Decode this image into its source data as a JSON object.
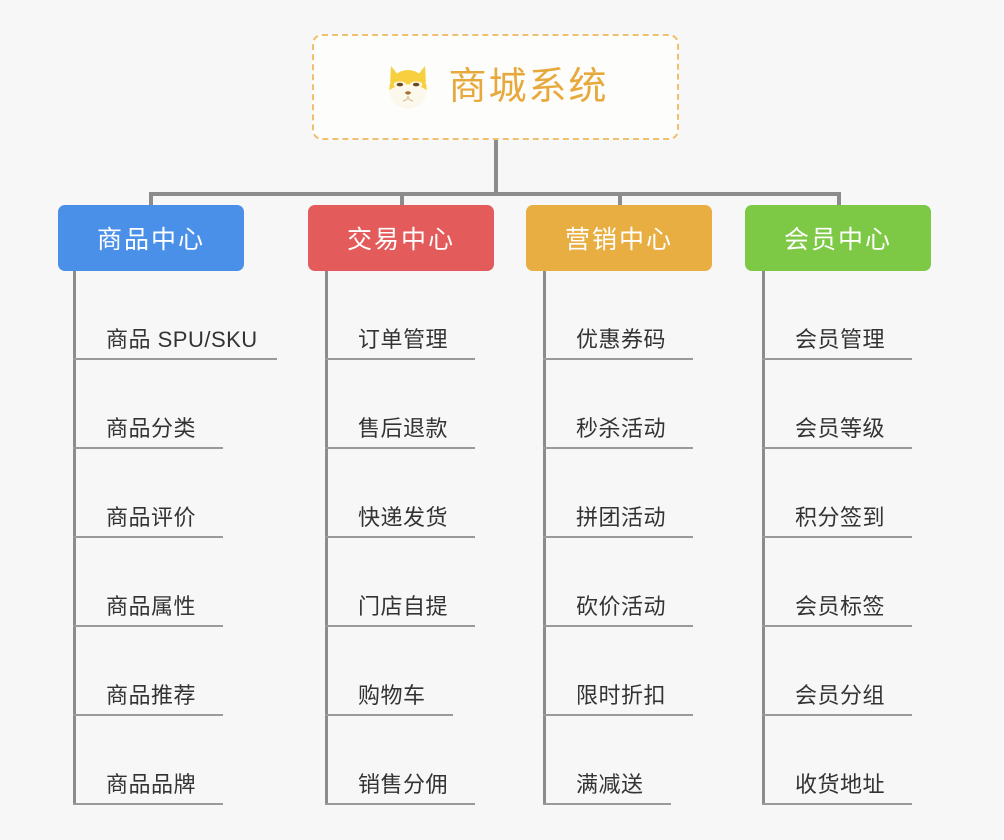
{
  "page": {
    "background_color": "#f7f7f7",
    "connector_color": "#8c8c8c"
  },
  "root": {
    "title": "商城系统",
    "icon": "shiba-dog-icon",
    "title_color": "#e8a93c",
    "border_color": "#f0c070"
  },
  "columns": [
    {
      "label": "商品中心",
      "color": "#4a90e8",
      "items": [
        "商品 SPU/SKU",
        "商品分类",
        "商品评价",
        "商品属性",
        "商品推荐",
        "商品品牌"
      ]
    },
    {
      "label": "交易中心",
      "color": "#e35b5b",
      "items": [
        "订单管理",
        "售后退款",
        "快递发货",
        "门店自提",
        "购物车",
        "销售分佣"
      ]
    },
    {
      "label": "营销中心",
      "color": "#e8ae42",
      "items": [
        "优惠券码",
        "秒杀活动",
        "拼团活动",
        "砍价活动",
        "限时折扣",
        "满减送"
      ]
    },
    {
      "label": "会员中心",
      "color": "#7dc845",
      "items": [
        "会员管理",
        "会员等级",
        "积分签到",
        "会员标签",
        "会员分组",
        "收货地址"
      ]
    }
  ]
}
